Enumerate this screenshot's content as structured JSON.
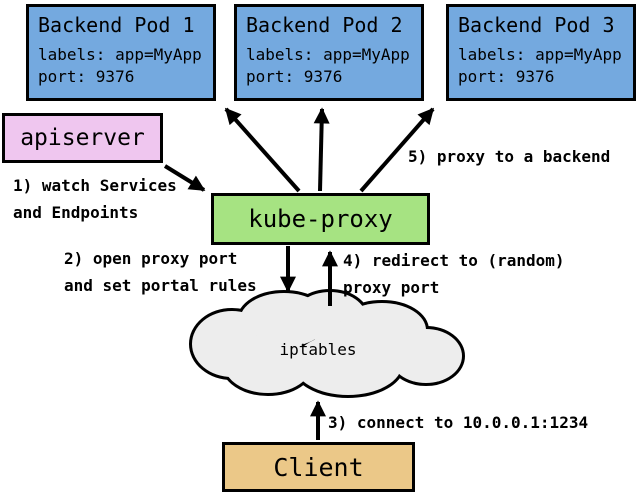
{
  "colors": {
    "background": "#FFFFFF",
    "pod-fill": "#74A9DF",
    "apiserver-fill": "#EFC6EF",
    "kubeproxy-fill": "#A6E382",
    "client-fill": "#EBC888",
    "cloud-fill": "#EDEDED",
    "line": "#000000"
  },
  "pods": [
    {
      "title": "Backend Pod 1",
      "labels": "labels: app=MyApp",
      "port": "port: 9376"
    },
    {
      "title": "Backend Pod 2",
      "labels": "labels: app=MyApp",
      "port": "port: 9376"
    },
    {
      "title": "Backend Pod 3",
      "labels": "labels: app=MyApp",
      "port": "port: 9376"
    }
  ],
  "nodes": {
    "apiserver": "apiserver",
    "kube_proxy": "kube-proxy",
    "iptables": "iptables",
    "client": "Client"
  },
  "annotations": {
    "step1": "1) watch Services\nand Endpoints",
    "step2": "2) open proxy port\nand set portal rules",
    "step3": "3) connect to 10.0.0.1:1234",
    "step4": "4) redirect to (random)\nproxy port",
    "step5": "5) proxy to a backend"
  }
}
